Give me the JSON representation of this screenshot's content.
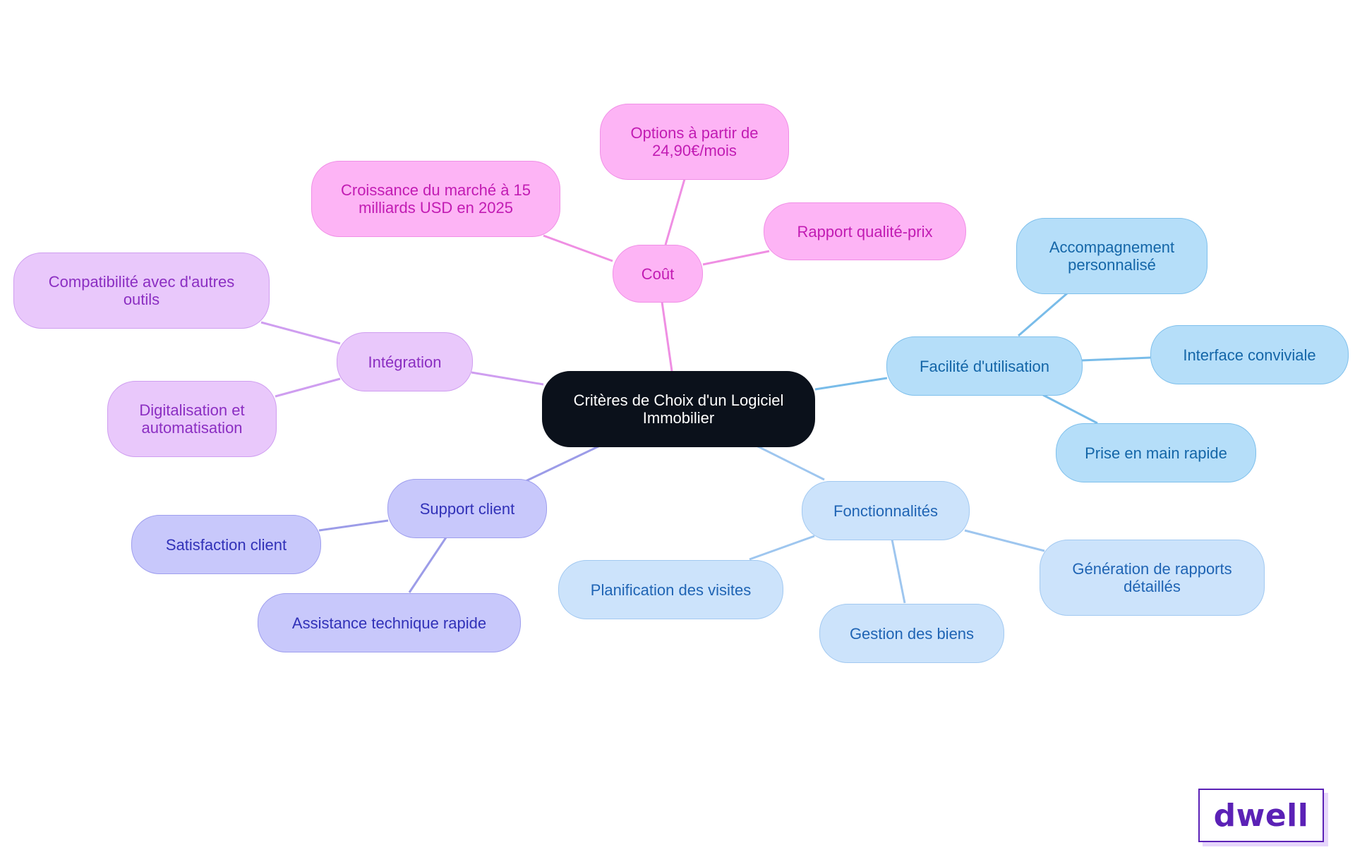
{
  "diagram": {
    "center": {
      "label": "Critères de Choix d'un Logiciel Immobilier"
    },
    "branches": {
      "cout": {
        "label": "Coût",
        "children": [
          "Options à partir de 24,90€/mois",
          "Croissance du marché à 15 milliards USD en 2025",
          "Rapport qualité-prix"
        ]
      },
      "integration": {
        "label": "Intégration",
        "children": [
          "Compatibilité avec d'autres outils",
          "Digitalisation et automatisation"
        ]
      },
      "support": {
        "label": "Support client",
        "children": [
          "Satisfaction client",
          "Assistance technique rapide"
        ]
      },
      "facilite": {
        "label": "Facilité d'utilisation",
        "children": [
          "Accompagnement personnalisé",
          "Interface conviviale",
          "Prise en main rapide"
        ]
      },
      "fonctionnalites": {
        "label": "Fonctionnalités",
        "children": [
          "Planification des visites",
          "Gestion des biens",
          "Génération de rapports détaillés"
        ]
      }
    }
  },
  "colors": {
    "center": "#0b111b",
    "cout": "#fdb4f5",
    "integration": "#e9c8fb",
    "support": "#c8c8fb",
    "facilite": "#b5def9",
    "fonctionnalites": "#cce3fb",
    "brand": "#5b21b6"
  },
  "brand": {
    "logo_text": "dwell"
  }
}
